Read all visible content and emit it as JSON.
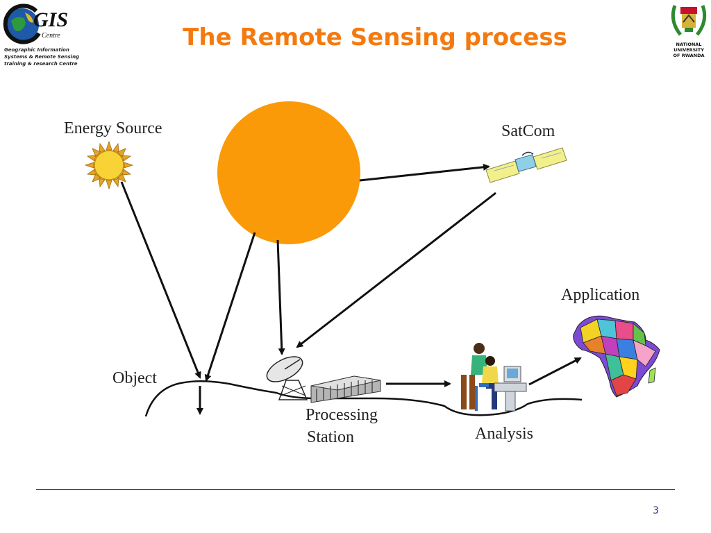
{
  "header": {
    "title": "The Remote Sensing process",
    "left_logo": {
      "wordmark": "GIS",
      "script": "Centre",
      "subtitle_lines": [
        "Geographic Information",
        "Systems & Remote Sensing",
        "training & research Centre"
      ],
      "icon": "globe-logo-icon"
    },
    "right_logo": {
      "lines": [
        "NATIONAL",
        "UNIVERSITY",
        "OF RWANDA"
      ],
      "icon": "university-crest-icon"
    }
  },
  "diagram": {
    "labels": {
      "energy_source": "Energy Source",
      "satcom": "SatCom",
      "application": "Application",
      "object": "Object",
      "processing": "Processing",
      "station": "Station",
      "analysis": "Analysis"
    },
    "icons": [
      "small-sun-icon",
      "big-sun-circle",
      "satellite-icon",
      "dish-antenna-icon",
      "processing-building-icon",
      "analysts-at-computer-icon",
      "africa-map-icon"
    ],
    "colors": {
      "big_sun": "#fb9a08",
      "small_sun": "#f8d336",
      "title": "#f47a0f",
      "rule": "#2b2b8c"
    }
  },
  "footer": {
    "page_number": "3"
  }
}
